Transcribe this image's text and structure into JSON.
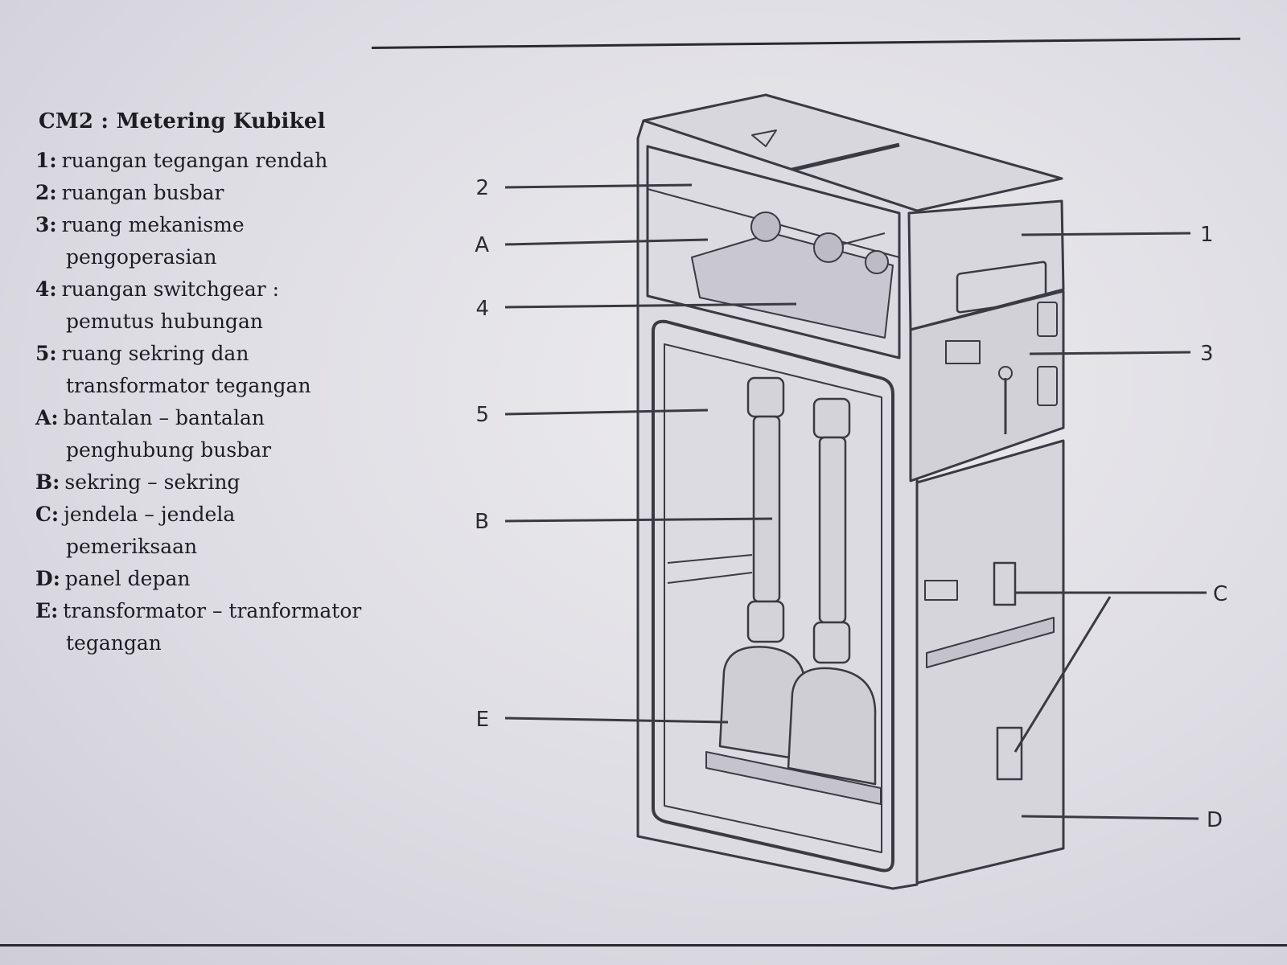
{
  "legend": {
    "title": "CM2 : Metering Kubikel",
    "items": [
      {
        "key": "1",
        "text": "ruangan tegangan rendah"
      },
      {
        "key": "2",
        "text": "ruangan busbar"
      },
      {
        "key": "3",
        "text": "ruang mekanisme pengoperasian"
      },
      {
        "key": "4",
        "text": "ruangan switchgear : pemutus hubungan"
      },
      {
        "key": "5",
        "text": "ruang sekring dan transformator tegangan"
      },
      {
        "key": "A",
        "text": "bantalan – bantalan penghubung busbar"
      },
      {
        "key": "B",
        "text": "sekring – sekring"
      },
      {
        "key": "C",
        "text": "jendela – jendela pemeriksaan"
      },
      {
        "key": "D",
        "text": "panel depan"
      },
      {
        "key": "E",
        "text": "transformator – tranformator tegangan"
      }
    ]
  },
  "callouts": {
    "left": [
      "2",
      "A",
      "4",
      "5",
      "B",
      "E"
    ],
    "right": [
      "1",
      "3",
      "C",
      "D"
    ]
  }
}
